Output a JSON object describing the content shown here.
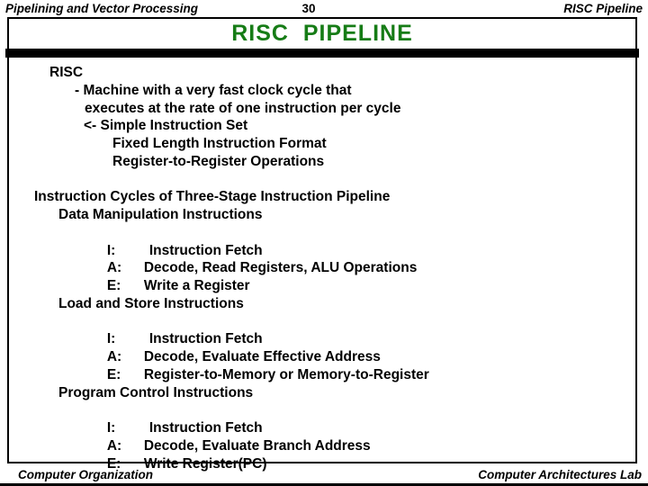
{
  "header": {
    "left": "Pipelining and Vector Processing",
    "page_number": "30",
    "right": "RISC Pipeline"
  },
  "title": "RISC  PIPELINE",
  "colors": {
    "title_green": "#167c16",
    "rule_black": "#000000"
  },
  "body": {
    "risc": {
      "heading": "RISC",
      "lines": [
        "- Machine with a very fast clock cycle that",
        "executes at the rate of one instruction per cycle",
        "<- Simple Instruction Set",
        "Fixed Length Instruction Format",
        "Register-to-Register Operations"
      ]
    },
    "pipeline_heading": "Instruction Cycles of Three-Stage Instruction Pipeline",
    "groups": [
      {
        "heading": "Data Manipulation Instructions",
        "stages": [
          {
            "label": "I:",
            "text": "Instruction Fetch"
          },
          {
            "label": "A:",
            "text": "Decode, Read Registers, ALU Operations"
          },
          {
            "label": "E:",
            "text": "Write a Register"
          }
        ]
      },
      {
        "heading": "Load and Store Instructions",
        "stages": [
          {
            "label": "I:",
            "text": "Instruction Fetch"
          },
          {
            "label": "A:",
            "text": "Decode, Evaluate Effective Address"
          },
          {
            "label": "E:",
            "text": "Register-to-Memory or Memory-to-Register"
          }
        ]
      },
      {
        "heading": "Program Control Instructions",
        "stages": [
          {
            "label": "I:",
            "text": "Instruction Fetch"
          },
          {
            "label": "A:",
            "text": "Decode, Evaluate Branch Address"
          },
          {
            "label": "E:",
            "text": "Write Register(PC)"
          }
        ]
      }
    ]
  },
  "footer": {
    "left": "Computer Organization",
    "right": "Computer Architectures Lab"
  }
}
